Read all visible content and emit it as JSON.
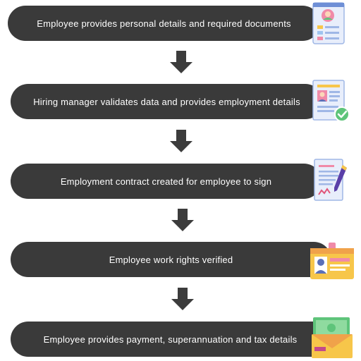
{
  "steps": [
    {
      "label": "Employee provides personal details and required documents",
      "icon": "profile-document-icon"
    },
    {
      "label": "Hiring manager validates data and provides employment details",
      "icon": "verified-profile-icon"
    },
    {
      "label": "Employment contract created for employee to sign",
      "icon": "contract-pen-icon"
    },
    {
      "label": "Employee work rights verified",
      "icon": "id-badge-icon"
    },
    {
      "label": "Employee provides payment, superannuation and tax details",
      "icon": "money-envelope-icon"
    }
  ],
  "colors": {
    "pill": "#3a3a3a",
    "text": "#ffffff",
    "arrow": "#3c3c3c",
    "accent_green": "#5ec47a",
    "accent_pink": "#f08aa8",
    "accent_yellow": "#f7c64a",
    "accent_blue": "#9fc3ef"
  }
}
